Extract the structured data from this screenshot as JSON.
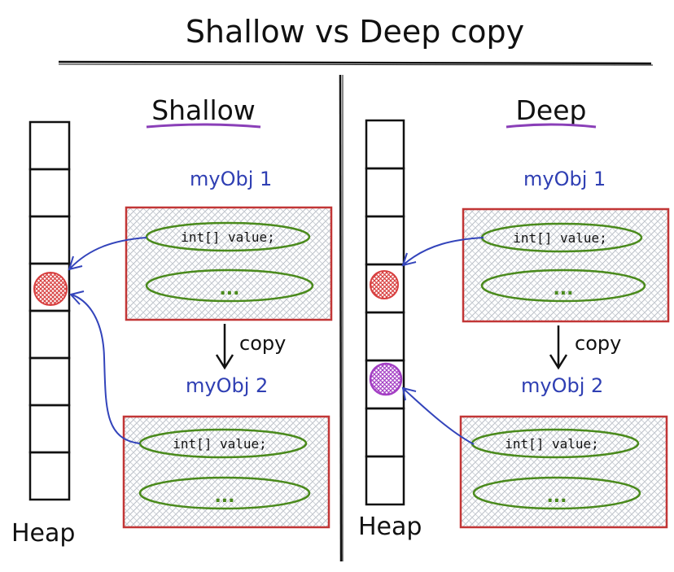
{
  "title": "Shallow vs Deep copy",
  "panels": [
    {
      "heading": "Shallow",
      "obj1_label": "myObj 1",
      "obj2_label": "myObj 2",
      "obj1_fields": [
        "int[] value;",
        "..."
      ],
      "obj2_fields": [
        "int[] value;",
        "..."
      ],
      "copy_label": "copy",
      "heap_label": "Heap"
    },
    {
      "heading": "Deep",
      "obj1_label": "myObj 1",
      "obj2_label": "myObj 2",
      "obj1_fields": [
        "int[] value;",
        "..."
      ],
      "obj2_fields": [
        "int[] value;",
        "..."
      ],
      "copy_label": "copy",
      "heap_label": "Heap"
    }
  ],
  "colors": {
    "ink": "#111111",
    "object_border": "#c23636",
    "field_ellipse": "#4a8a1c",
    "pointer": "#3344bb",
    "heading_underline": "#8a3fb8",
    "heap_shared": "#d84040",
    "heap_copied": "#a43fc4",
    "hatch": "#b9bec6"
  }
}
